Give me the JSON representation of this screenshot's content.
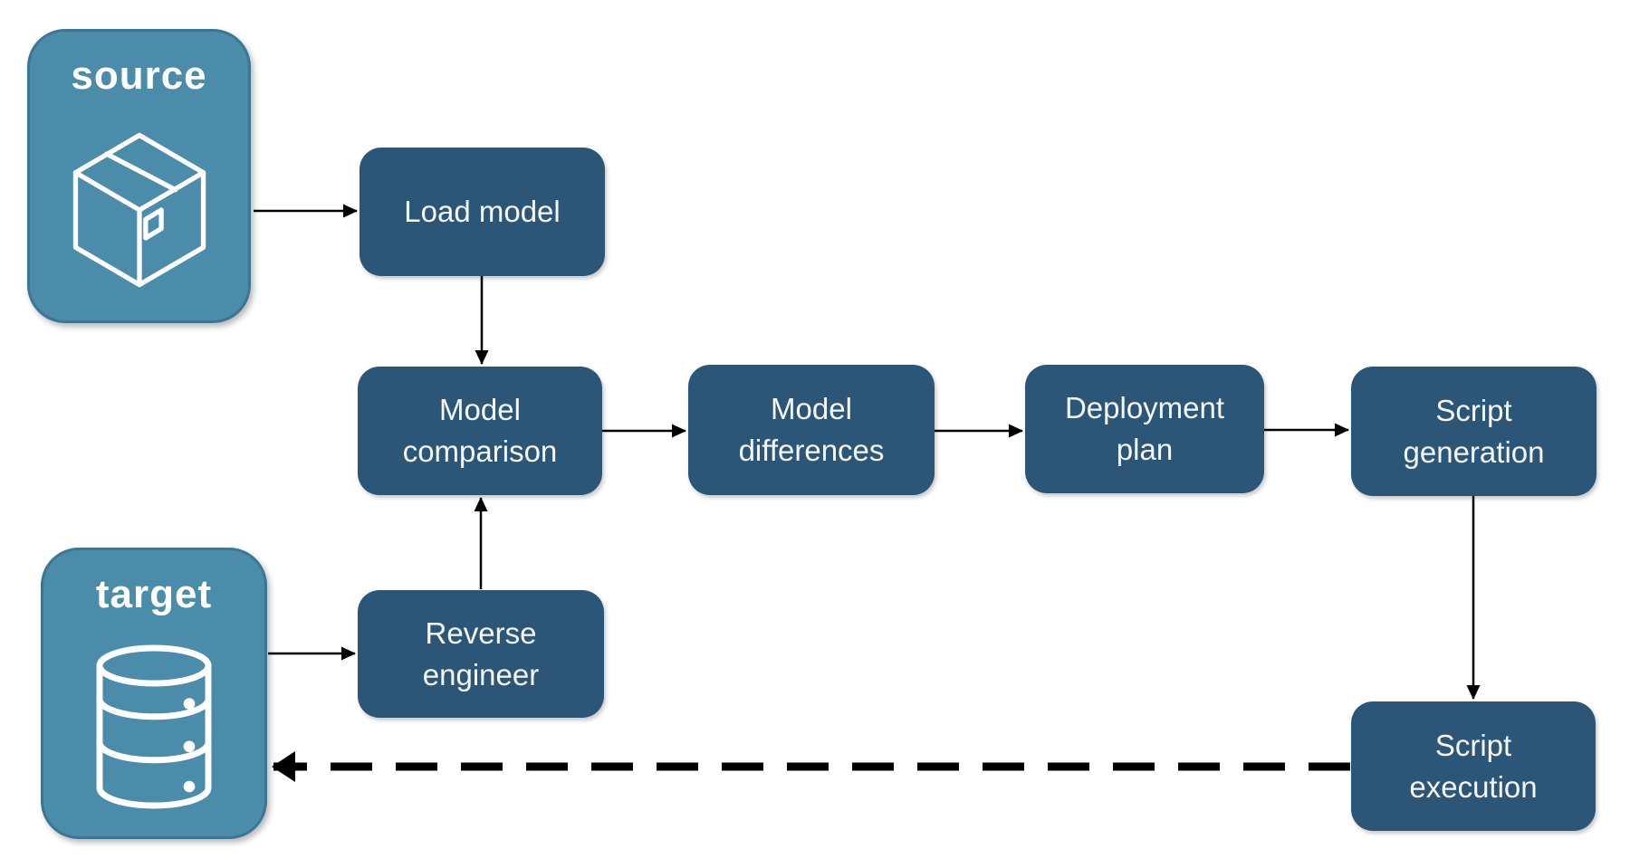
{
  "diagram": {
    "source": {
      "label": "source",
      "icon": "package-icon"
    },
    "target": {
      "label": "target",
      "icon": "database-icon"
    },
    "nodes": {
      "load_model": {
        "label": "Load model"
      },
      "model_comparison": {
        "label": "Model comparison"
      },
      "model_differences": {
        "label": "Model differences"
      },
      "deployment_plan": {
        "label": "Deployment plan"
      },
      "script_generation": {
        "label": "Script generation"
      },
      "reverse_engineer": {
        "label": "Reverse engineer"
      },
      "script_execution": {
        "label": "Script execution"
      }
    },
    "colors": {
      "endpoint-fill": "#4C8CAB",
      "endpoint-border": "#3B7694",
      "node-fill": "#2C5677",
      "node-text": "#F5F8FA",
      "endpoint-text": "#FFFFFF",
      "arrow": "#000000",
      "background": "#FFFFFF"
    }
  }
}
